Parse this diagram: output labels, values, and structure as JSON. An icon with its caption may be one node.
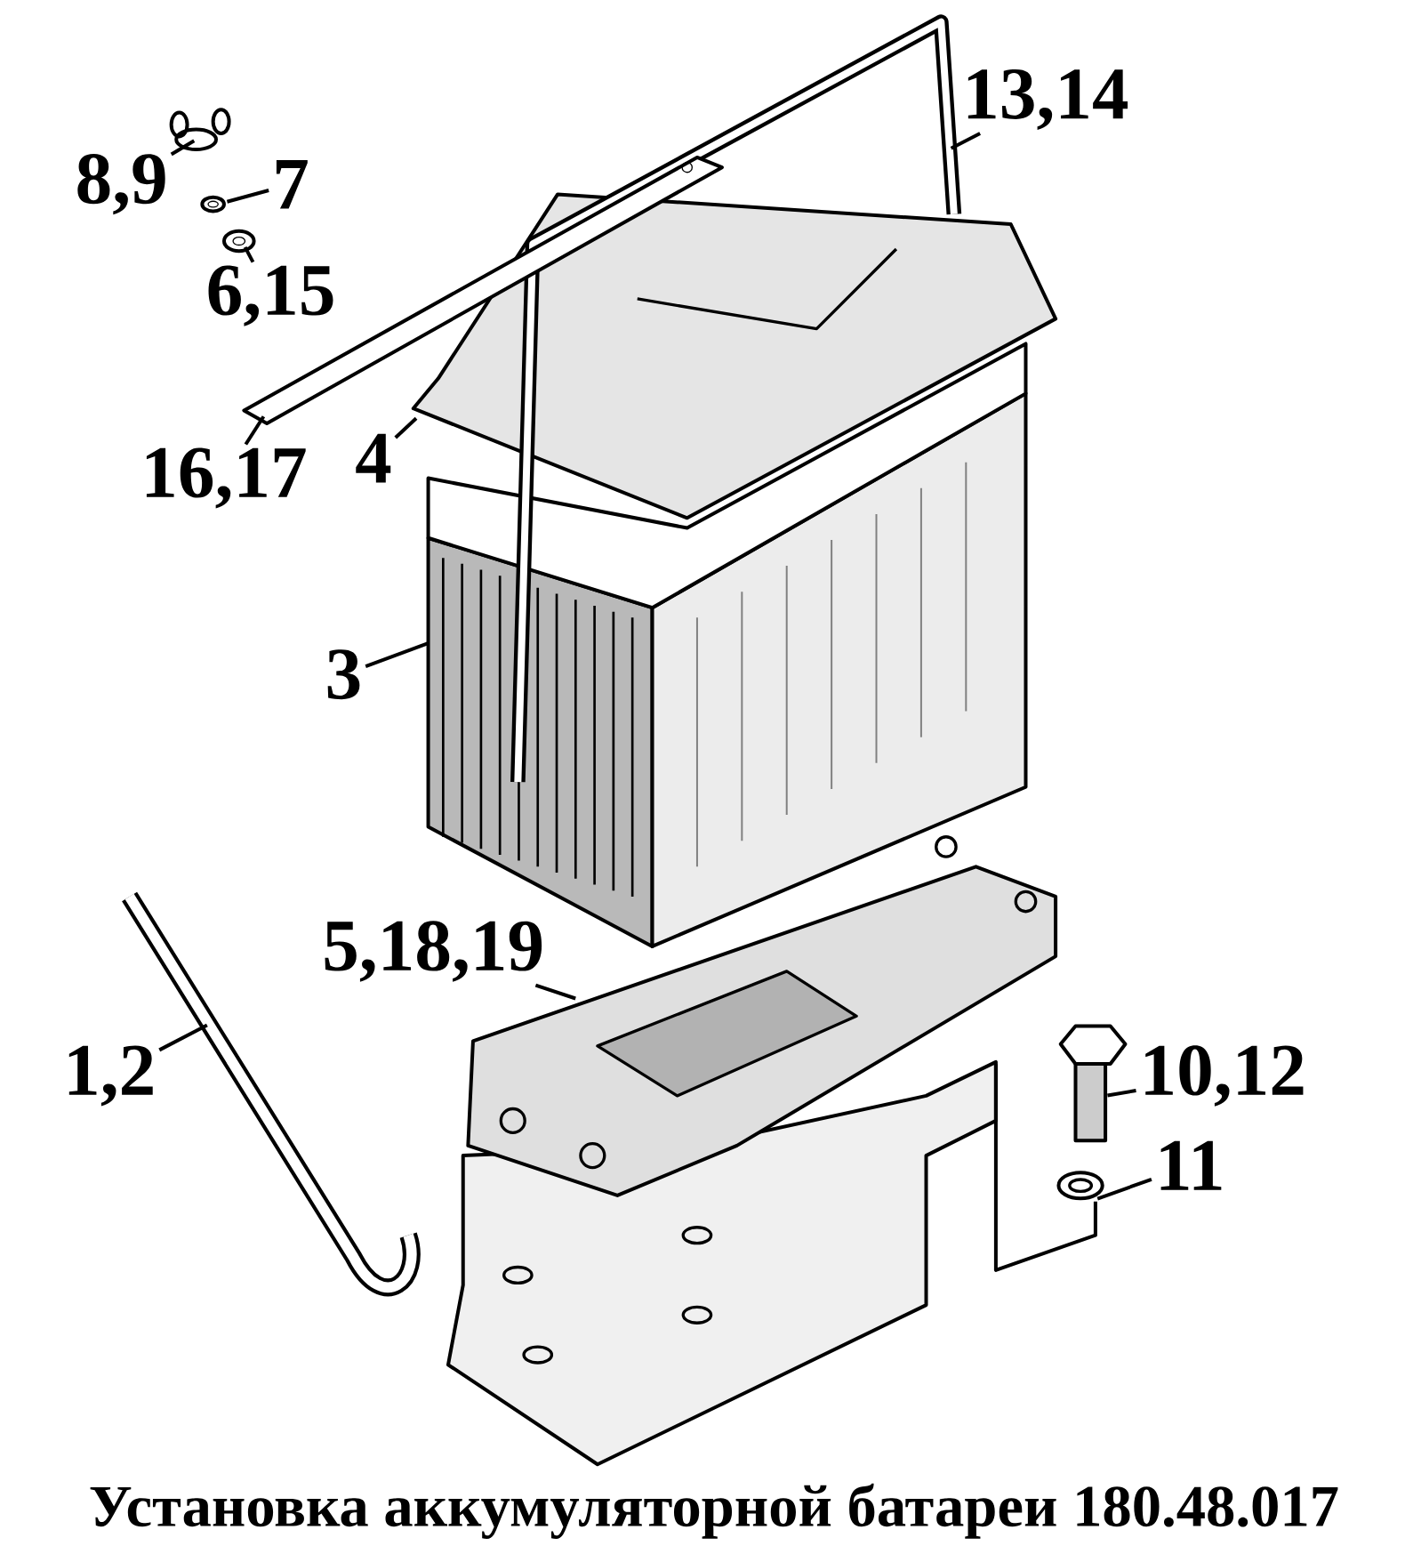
{
  "diagram": {
    "caption": "Установка аккумуляторной батареи 180.48.017",
    "nodes": [
      {
        "text": [
          "13,14"
        ]
      },
      {
        "text": [],
        "shape": "picture"
      },
      {
        "text": [
          "8,9"
        ]
      },
      {
        "text": [],
        "shape": "picture"
      },
      {
        "text": [
          "7"
        ]
      },
      {
        "text": [],
        "shape": "picture"
      },
      {
        "text": [
          "6,15"
        ]
      },
      {
        "text": [],
        "shape": "picture"
      },
      {
        "text": [
          "16,17"
        ]
      },
      {
        "text": [],
        "shape": "picture"
      },
      {
        "text": [
          "4"
        ]
      },
      {
        "text": [],
        "shape": "picture"
      },
      {
        "text": [
          "3"
        ]
      },
      {
        "text": [],
        "shape": "picture"
      },
      {
        "text": [
          "5,18,19"
        ]
      },
      {
        "text": [],
        "shape": "picture"
      },
      {
        "text": [
          "1,2"
        ]
      },
      {
        "text": [],
        "shape": "picture"
      },
      {
        "text": [
          "10,12"
        ]
      },
      {
        "text": [],
        "shape": "picture"
      },
      {
        "text": [
          "11"
        ]
      },
      {
        "text": [],
        "shape": "picture"
      },
      {
        "text": [],
        "shape": "picture"
      }
    ],
    "edges": [
      {
        "from": 0,
        "to": 1,
        "arrow": "none"
      },
      {
        "from": 2,
        "to": 3,
        "arrow": "none"
      },
      {
        "from": 4,
        "to": 5,
        "arrow": "none"
      },
      {
        "from": 6,
        "to": 7,
        "arrow": "none"
      },
      {
        "from": 8,
        "to": 9,
        "arrow": "none"
      },
      {
        "from": 10,
        "to": 11,
        "arrow": "none"
      },
      {
        "from": 12,
        "to": 13,
        "arrow": "none"
      },
      {
        "from": 14,
        "to": 15,
        "arrow": "none"
      },
      {
        "from": 16,
        "to": 17,
        "arrow": "none"
      },
      {
        "from": 18,
        "to": 19,
        "arrow": "none"
      },
      {
        "from": 20,
        "to": 21,
        "arrow": "none"
      },
      {
        "from": 21,
        "to": 22,
        "arrow": "none"
      }
    ]
  }
}
